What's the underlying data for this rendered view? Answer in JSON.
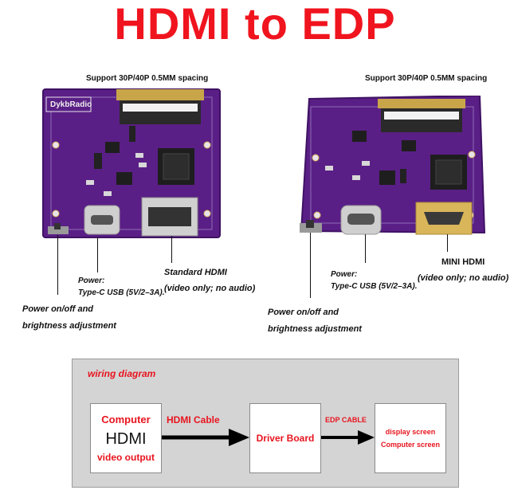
{
  "title": "HDMI to EDP",
  "boards": {
    "left": {
      "spacing_label": "Support 30P/40P 0.5MM spacing",
      "brand": "DykbRadio",
      "power_label": "Power:",
      "power_detail": "Type-C USB (5V/2–3A).",
      "hdmi_label": "Standard HDMI",
      "hdmi_note": "(video only; no audio)",
      "switch_label_1": "Power on/off and",
      "switch_label_2": "brightness adjustment"
    },
    "right": {
      "spacing_label": "Support 30P/40P 0.5MM spacing",
      "power_label": "Power:",
      "power_detail": "Type-C USB (5V/2–3A).",
      "hdmi_label": "MINI HDMI",
      "hdmi_note": "(video only; no audio)",
      "switch_label_1": "Power on/off and",
      "switch_label_2": "brightness adjustment"
    }
  },
  "wiring": {
    "title": "wiring diagram",
    "computer": {
      "line1": "Computer",
      "line2": "HDMI",
      "line3": "video output"
    },
    "cable1": "HDMI Cable",
    "driver": "Driver Board",
    "cable2": "EDP CABLE",
    "display": {
      "line1": "display screen",
      "line2": "Computer screen"
    }
  },
  "colors": {
    "title_red": "#f0141e",
    "pcb_purple": "#5a1f86",
    "pcb_dark": "#3f1263",
    "gold": "#d9b65a",
    "diagram_red": "#e8141e"
  }
}
